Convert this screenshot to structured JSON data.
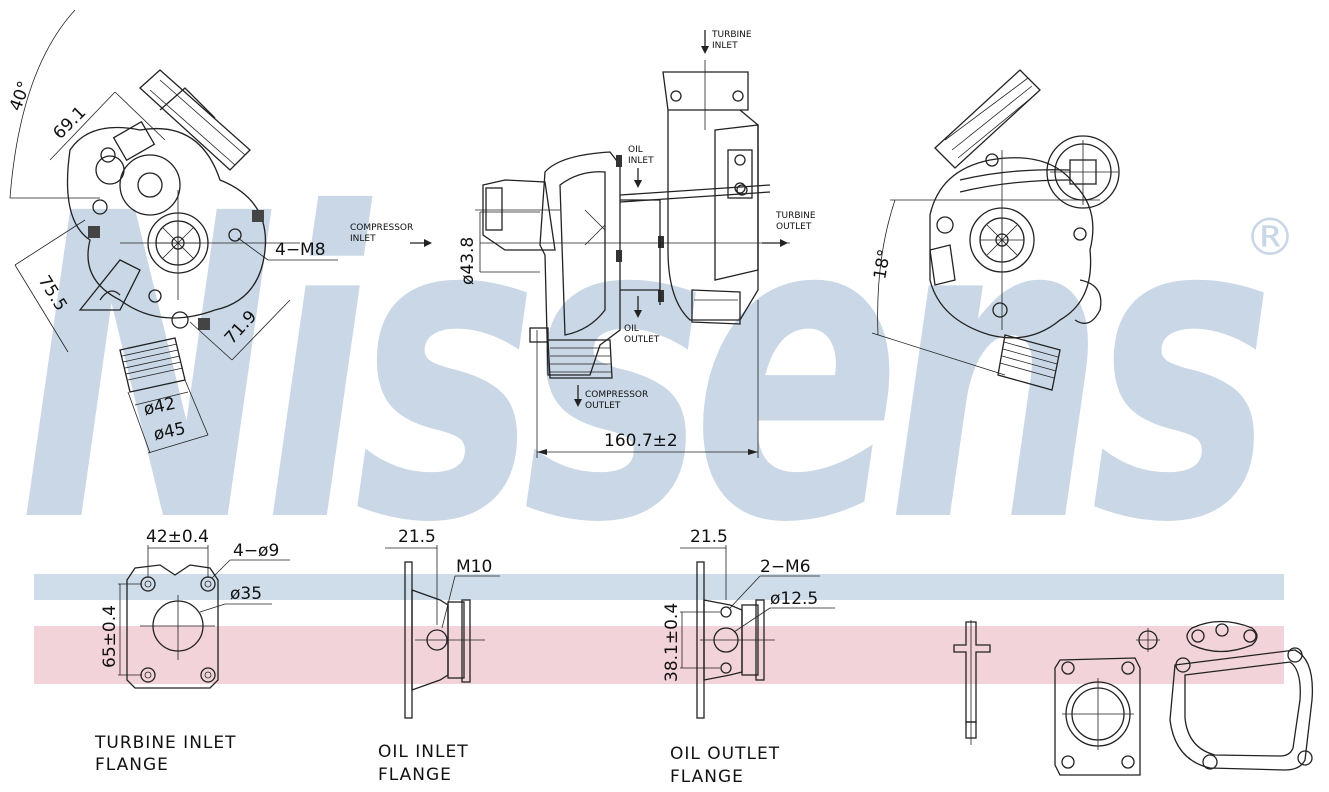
{
  "watermark": {
    "brand": "Nissens",
    "registered_mark": "®",
    "band_blue": "#cfdcea",
    "band_red": "#f2d3da",
    "letter_color": "#c9d7e6"
  },
  "dimensions": {
    "angle_40": "40°",
    "d69_1": "69.1",
    "four_m8": "4−M8",
    "d75_5": "75.5",
    "d71_9": "71.9",
    "phi42": "ø42",
    "phi45": "ø45",
    "phi43_8": "ø43.8",
    "d160_7": "160.7±2",
    "angle_18": "18°",
    "d42": "42±0.4",
    "four_phi9": "4−ø9",
    "phi35": "ø35",
    "d65": "65±0.4",
    "oil_in_21_5": "21.5",
    "m10": "M10",
    "oil_out_21_5": "21.5",
    "two_m6": "2−M6",
    "phi12_5": "ø12.5",
    "d38_1": "38.1±0.4"
  },
  "labels": {
    "turbine_inlet": [
      "TURBINE",
      "INLET"
    ],
    "oil_inlet": [
      "OIL",
      "INLET"
    ],
    "compressor_inlet": [
      "COMPRESSOR",
      "INLET"
    ],
    "turbine_outlet": [
      "TURBINE",
      "OUTLET"
    ],
    "oil_outlet": [
      "OIL",
      "OUTLET"
    ],
    "compressor_outlet": [
      "COMPRESSOR",
      "OUTLET"
    ]
  },
  "captions": {
    "turbine_inlet_flange": [
      "TURBINE  INLET",
      "FLANGE"
    ],
    "oil_inlet_flange": [
      "OIL  INLET",
      "FLANGE"
    ],
    "oil_outlet_flange": [
      "OIL  OUTLET",
      "FLANGE"
    ]
  }
}
